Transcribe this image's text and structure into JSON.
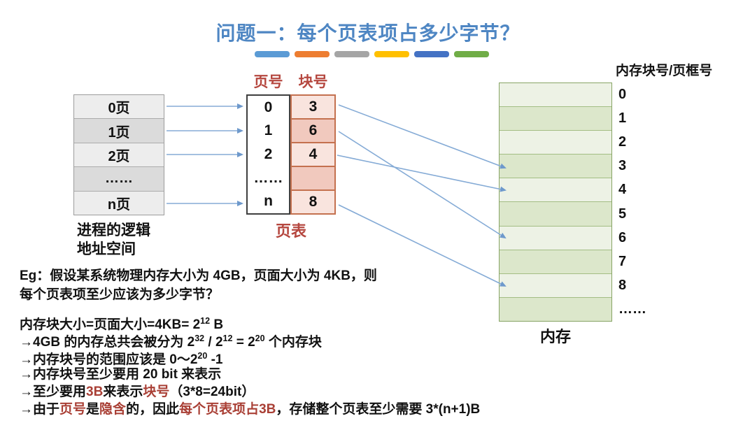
{
  "title": "问题一：每个页表项占多少字节？",
  "accent_bars": [
    "#5B9BD5",
    "#ED7D31",
    "#A5A5A5",
    "#FFC000",
    "#4472C4",
    "#70AD47"
  ],
  "colors": {
    "title_blue": "#4E86C3",
    "header_red": "#B5473F",
    "emphasis_red": "#A93F35",
    "arrow_blue": "#85ABD6",
    "block_cell_light": "#F9E4DE",
    "block_cell_dark": "#F1C9BE",
    "memory_cell_light": "#EDF2E5",
    "memory_cell_dark": "#DCE7CB"
  },
  "logical_space": {
    "rows": [
      "0页",
      "1页",
      "2页",
      "……",
      "n页"
    ],
    "caption_line1": "进程的逻辑",
    "caption_line2": "地址空间"
  },
  "page_table": {
    "col_headers": [
      "页号",
      "块号"
    ],
    "rows": [
      {
        "page": "0",
        "block": "3"
      },
      {
        "page": "1",
        "block": "6"
      },
      {
        "page": "2",
        "block": "4"
      },
      {
        "page": "……",
        "block": ""
      },
      {
        "page": "n",
        "block": "8"
      }
    ],
    "caption": "页表"
  },
  "memory": {
    "header": "内存块号/页框号",
    "row_numbers": [
      "0",
      "1",
      "2",
      "3",
      "4",
      "5",
      "6",
      "7",
      "8",
      "……"
    ],
    "caption": "内存"
  },
  "example": {
    "line1": "Eg：假设某系统物理内存大小为 4GB，页面大小为 4KB，则",
    "line2": "每个页表项至少应该为多少字节？"
  },
  "derivation": {
    "lines": [
      [
        {
          "t": "内存块大小=页面大小=4KB= 2"
        },
        {
          "t": "12",
          "sup": true
        },
        {
          "t": " B"
        }
      ],
      [
        {
          "t": "→4GB 的内存总共会被分为  2"
        },
        {
          "t": "32",
          "sup": true
        },
        {
          "t": " / 2"
        },
        {
          "t": "12",
          "sup": true
        },
        {
          "t": " = 2"
        },
        {
          "t": "20",
          "sup": true
        },
        {
          "t": " 个内存块"
        }
      ],
      [
        {
          "t": "→内存块号的范围应该是 0～2"
        },
        {
          "t": "20",
          "sup": true
        },
        {
          "t": " -1"
        }
      ],
      [
        {
          "t": "→内存块号至少要用 20 bit 来表示"
        }
      ],
      [
        {
          "t": "→至少要用"
        },
        {
          "t": "3B",
          "red": true
        },
        {
          "t": "来表示"
        },
        {
          "t": "块号",
          "red": true
        },
        {
          "t": "（3*8=24bit）"
        }
      ],
      [
        {
          "t": "→由于"
        },
        {
          "t": "页号",
          "red": true
        },
        {
          "t": "是"
        },
        {
          "t": "隐含",
          "red": true
        },
        {
          "t": "的，因此"
        },
        {
          "t": "每个页表项占3B",
          "red": true
        },
        {
          "t": "，存储整个页表至少需要 3*(n+1)B"
        }
      ]
    ]
  }
}
